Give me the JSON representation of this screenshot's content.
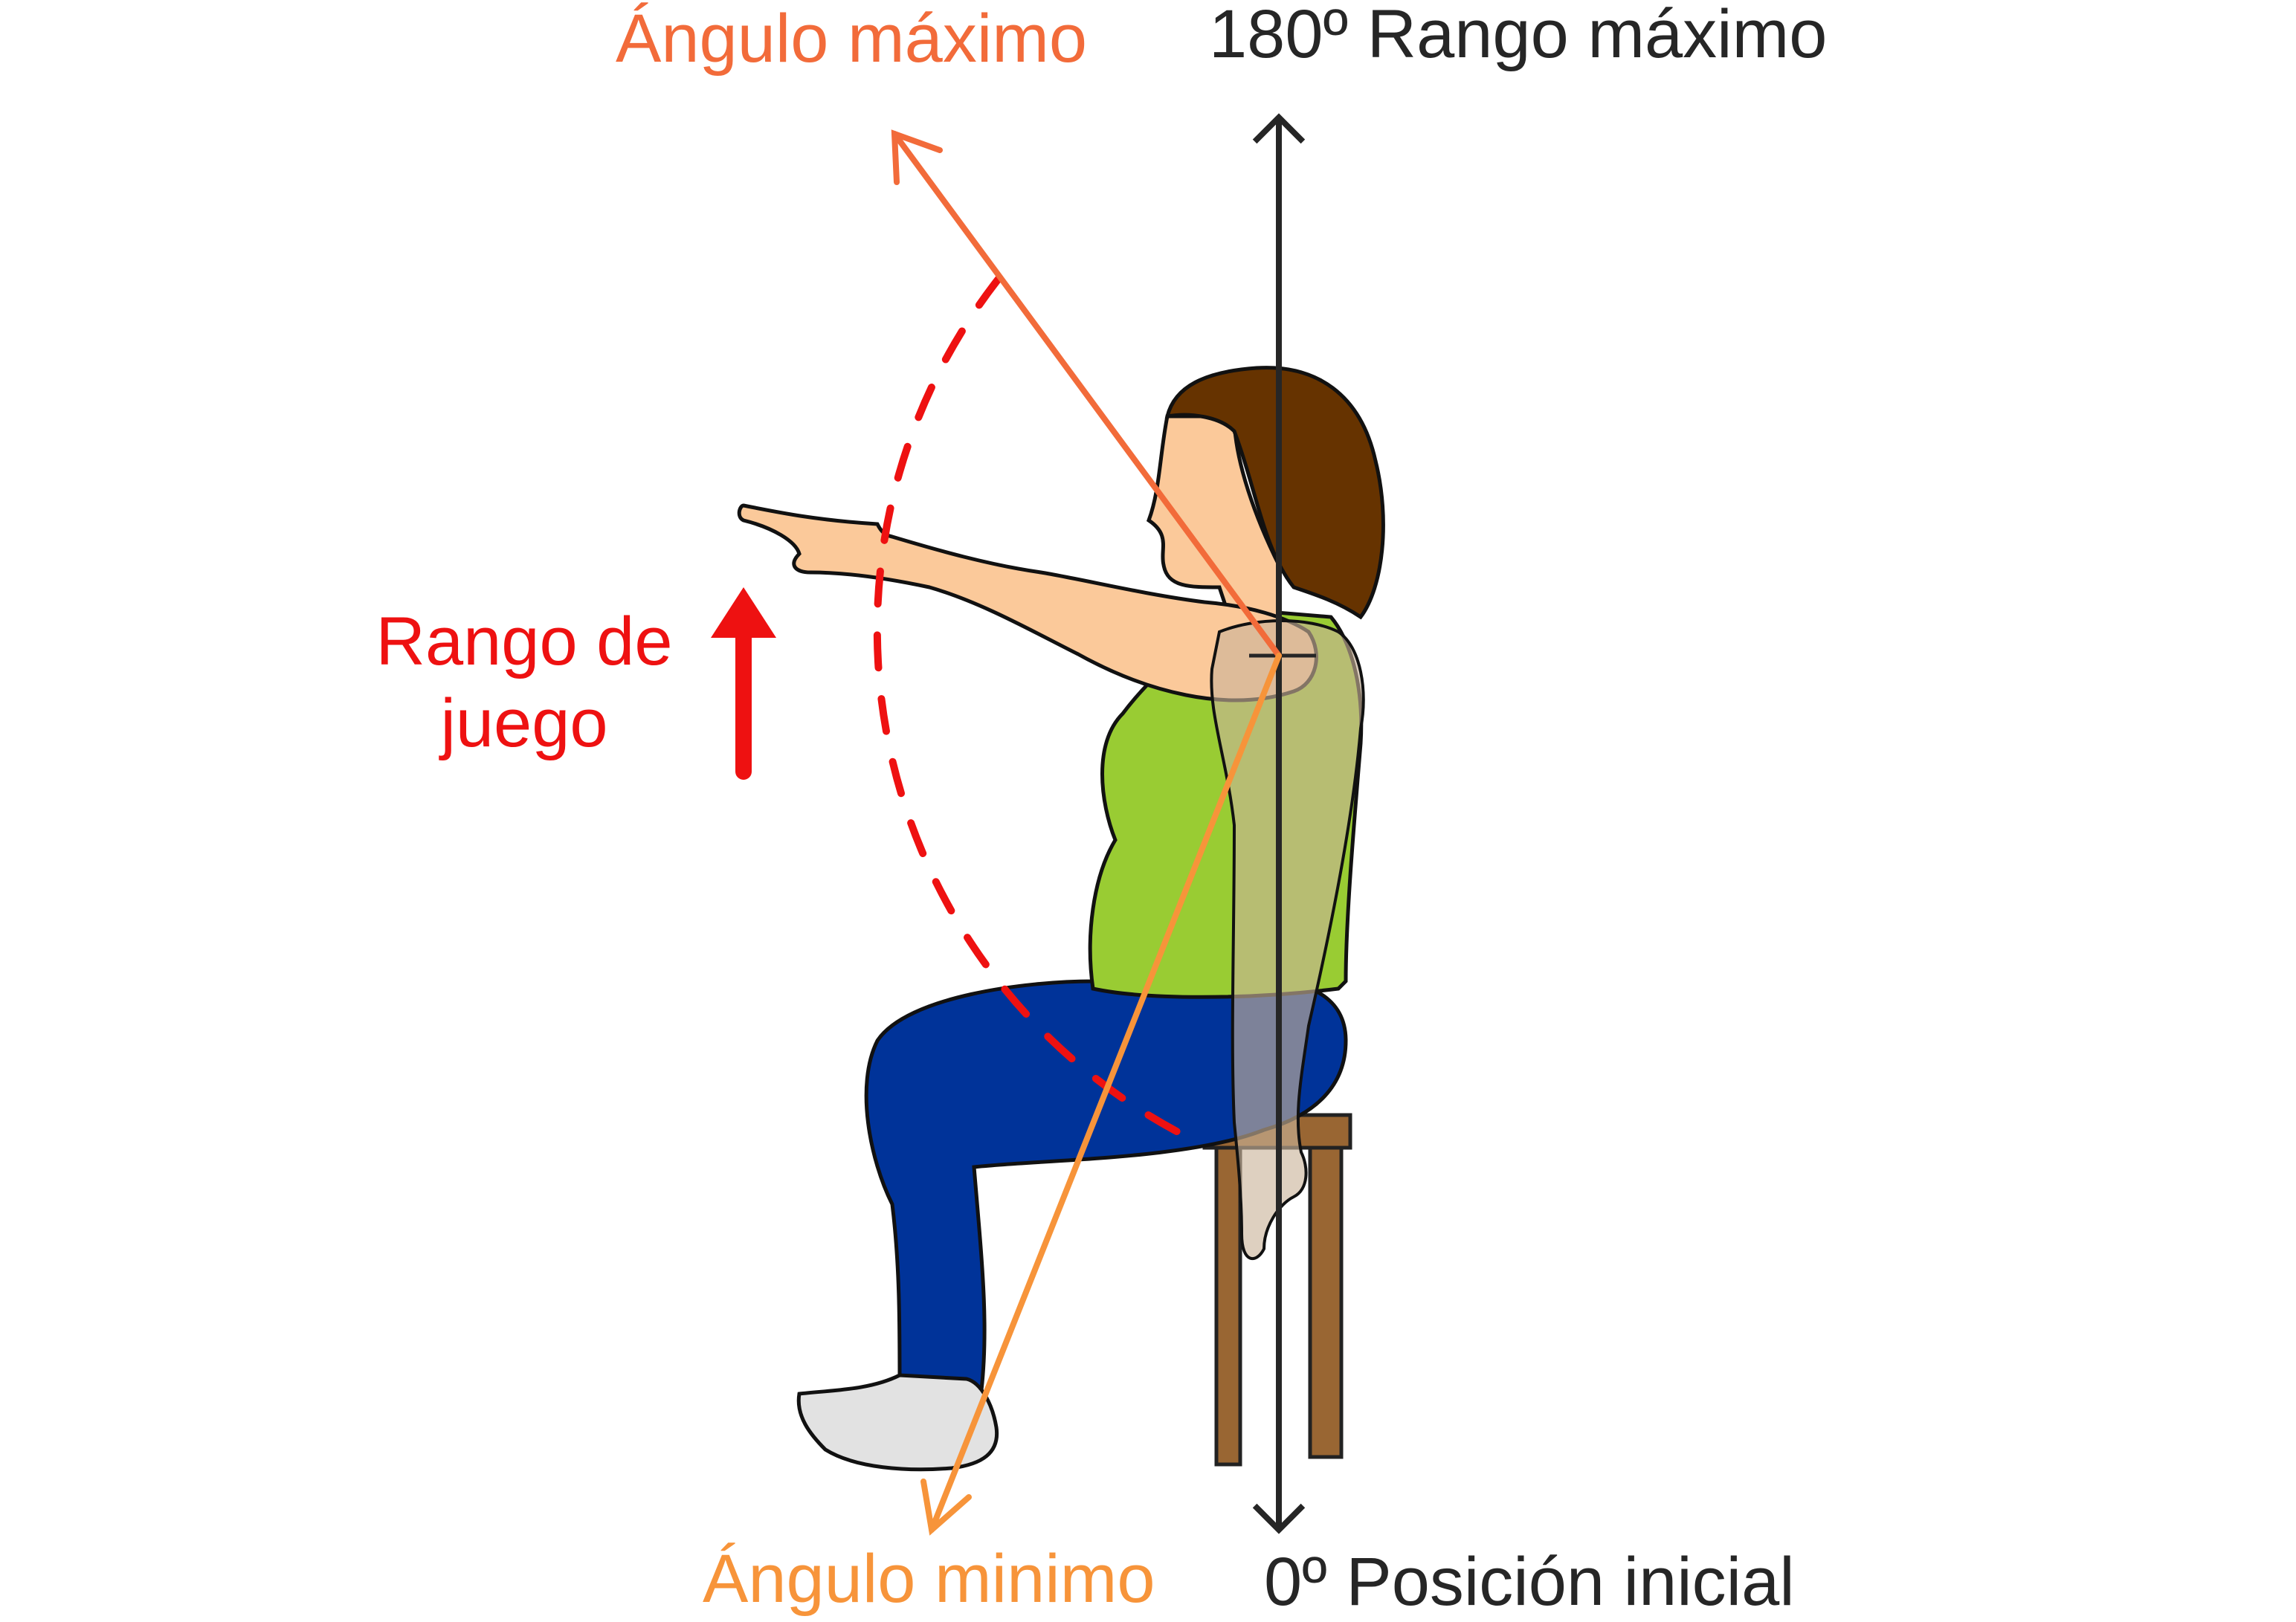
{
  "labels": {
    "max_angle": "Ángulo máximo",
    "max_range": "180º Rango máximo",
    "play_range": "Rango de juego",
    "min_angle": "Ángulo minimo",
    "initial_position": "0º Posición inicial"
  },
  "colors": {
    "max_angle": "#f26b3a",
    "min_angle": "#f7943a",
    "play_range": "#ee1111",
    "axis": "#262626",
    "skin": "#fbc99a",
    "hair": "#663300",
    "shirt": "#99cc33",
    "pants": "#003399",
    "shoe": "#e2e2e2",
    "chair": "#996633"
  }
}
